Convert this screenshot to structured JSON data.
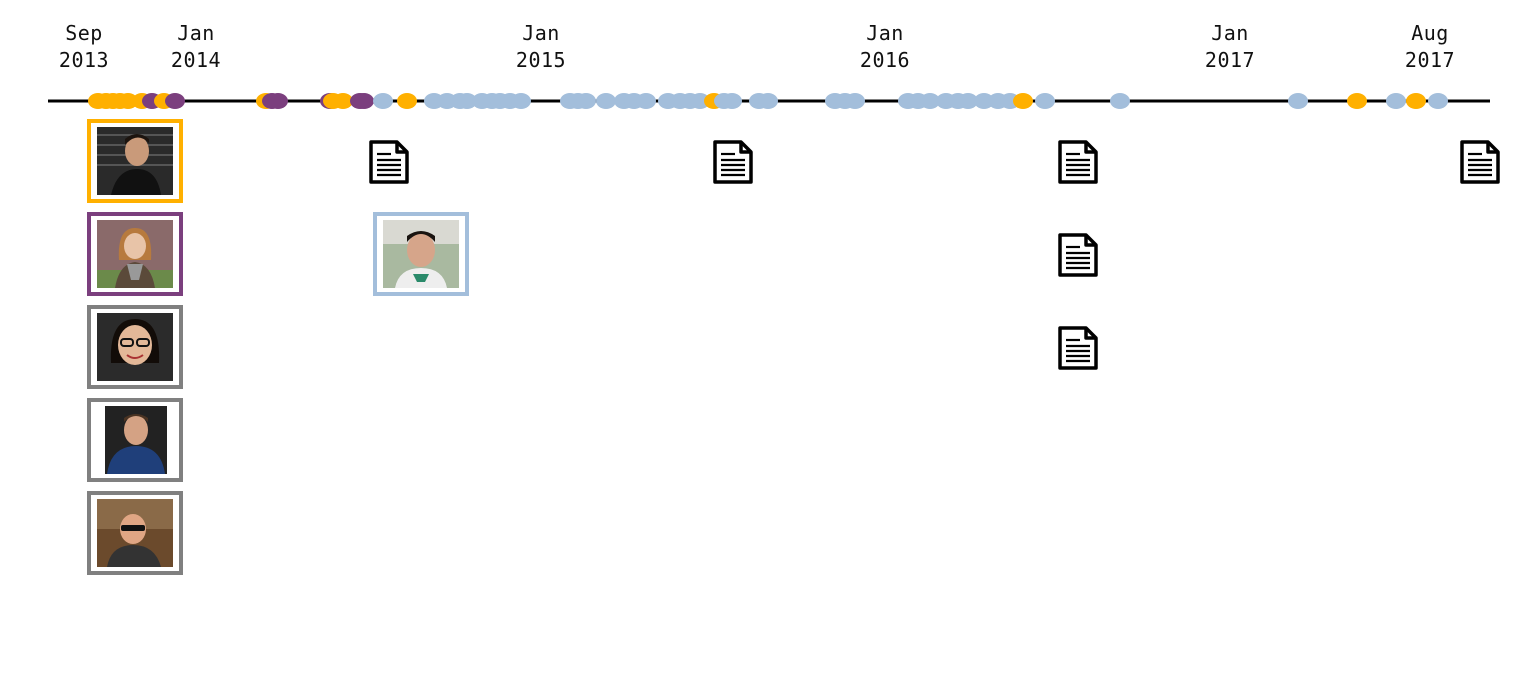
{
  "timeline": {
    "tick_labels": [
      {
        "id": "sep-2013",
        "month": "Sep",
        "year": "2013"
      },
      {
        "id": "jan-2014",
        "month": "Jan",
        "year": "2014"
      },
      {
        "id": "jan-2015",
        "month": "Jan",
        "year": "2015"
      },
      {
        "id": "jan-2016",
        "month": "Jan",
        "year": "2016"
      },
      {
        "id": "jan-2017",
        "month": "Jan",
        "year": "2017"
      },
      {
        "id": "aug-2017",
        "month": "Aug",
        "year": "2017"
      }
    ]
  },
  "colors": {
    "axis": "#000000",
    "gold": "#FFB000",
    "purple": "#7B3F7E",
    "lightblue": "#A3BEDB",
    "gray": "#808080"
  },
  "people": [
    {
      "id": "person-1",
      "border_color": "#FFB000",
      "photo_icon": "person-photo-icon"
    },
    {
      "id": "person-2",
      "border_color": "#7B3F7E",
      "photo_icon": "person-photo-icon"
    },
    {
      "id": "person-3",
      "border_color": "#808080",
      "photo_icon": "person-photo-icon"
    },
    {
      "id": "person-4",
      "border_color": "#808080",
      "photo_icon": "person-photo-icon"
    },
    {
      "id": "person-5",
      "border_color": "#808080",
      "photo_icon": "person-photo-icon"
    },
    {
      "id": "person-6",
      "border_color": "#A3BEDB",
      "photo_icon": "person-photo-icon"
    }
  ],
  "documents": [
    {
      "id": "doc-1",
      "icon": "document-icon"
    },
    {
      "id": "doc-2",
      "icon": "document-icon"
    },
    {
      "id": "doc-3",
      "icon": "document-icon"
    },
    {
      "id": "doc-4",
      "icon": "document-icon"
    },
    {
      "id": "doc-5",
      "icon": "document-icon"
    },
    {
      "id": "doc-6",
      "icon": "document-icon"
    }
  ]
}
